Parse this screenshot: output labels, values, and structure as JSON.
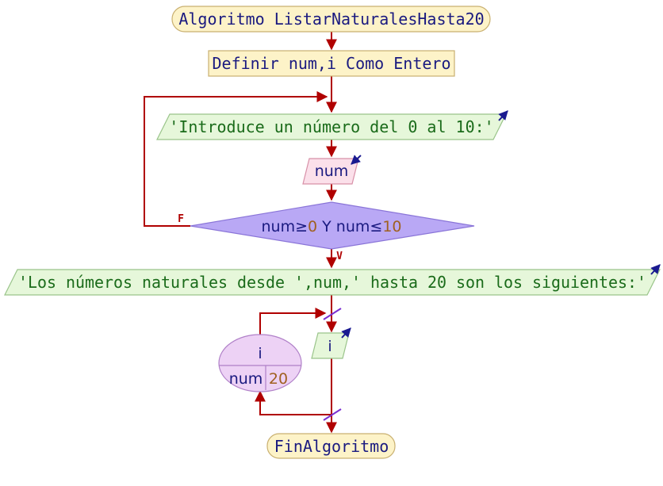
{
  "diagram": {
    "start": {
      "text": "Algoritmo ListarNaturalesHasta20"
    },
    "define": {
      "text": "Definir num,i Como Entero"
    },
    "prompt": {
      "text": "'Introduce un número del 0 al 10:'"
    },
    "read_var": {
      "text": "num"
    },
    "condition": {
      "var1": "num",
      "op1": "≥",
      "val1": "0",
      "conj": " Y ",
      "var2": "num",
      "op2": "≤",
      "val2": "10"
    },
    "false_label": "F",
    "true_label": "V",
    "message": {
      "text": "'Los números naturales desde ',num,' hasta 20 son los siguientes:'"
    },
    "loop": {
      "var": "i",
      "from": "num",
      "to": "20"
    },
    "loop_output": {
      "text": "i"
    },
    "end": {
      "text": "FinAlgoritmo"
    }
  },
  "colors": {
    "flow_line": "#b00000",
    "terminal_fill": "#fdf3c8",
    "define_fill": "#fdf3c8",
    "output_fill": "#e6f7da",
    "input_fill": "#fbe0ea",
    "decision_fill": "#b9a8f5",
    "loop_fill": "#edd2f5",
    "keyword_text": "#1a1a80",
    "string_text": "#1a6b1a",
    "number_text": "#a06020",
    "arrow_icon": "#1a1a90"
  }
}
